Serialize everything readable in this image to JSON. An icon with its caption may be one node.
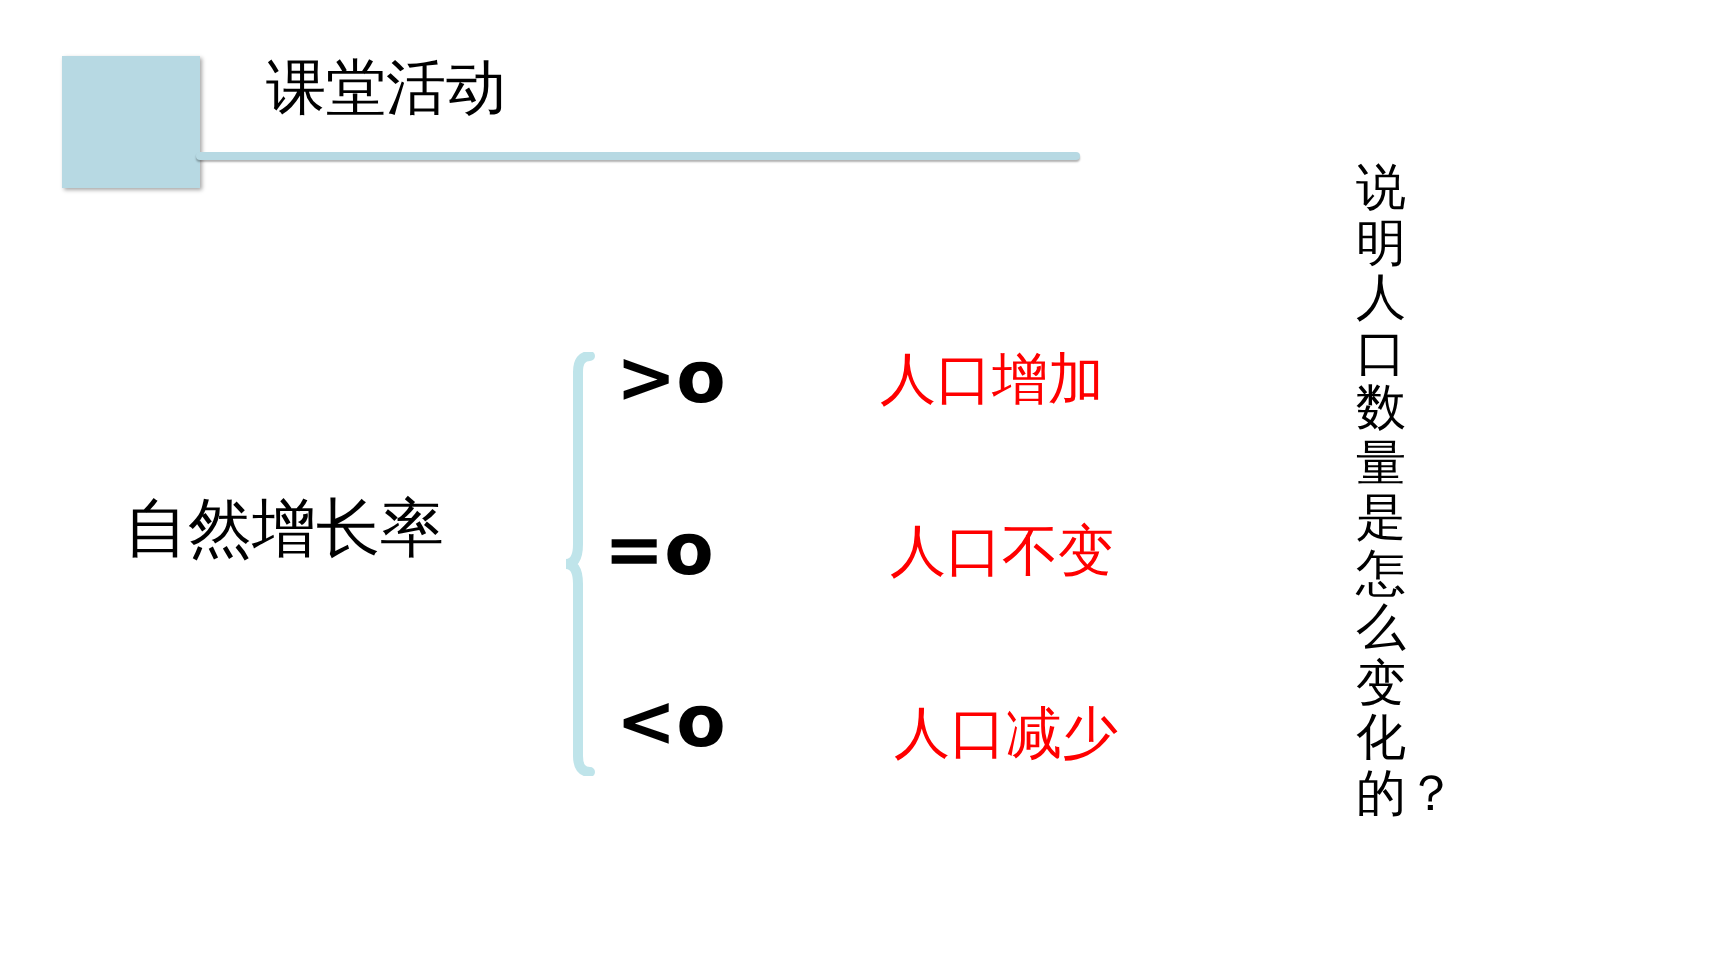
{
  "diagram": {
    "title": "课堂活动",
    "labels": [
      "自然增长率",
      ">o",
      "人口增加",
      "=o",
      "人口不变",
      "<o",
      "人口减少",
      "说明人口数量是怎么变化的？"
    ]
  }
}
